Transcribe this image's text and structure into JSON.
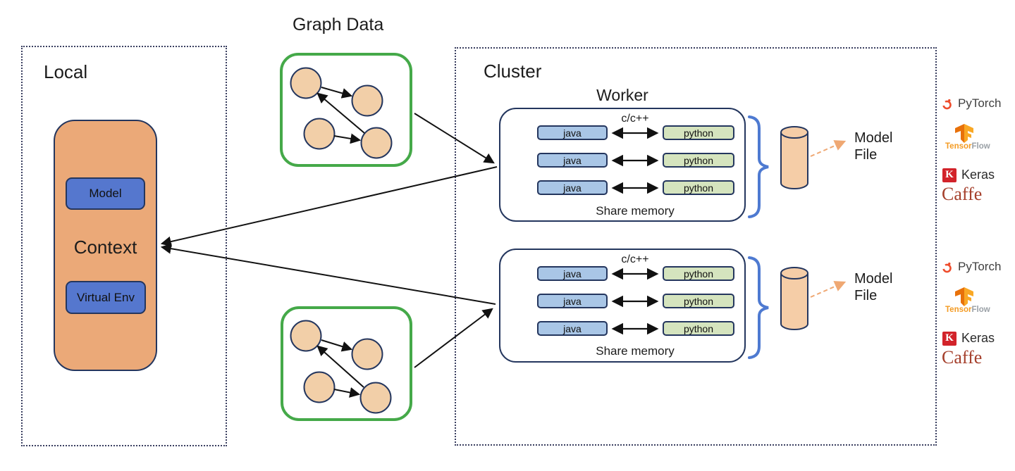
{
  "diagram": {
    "graph_data_title": "Graph Data",
    "local": {
      "label": "Local",
      "context_label": "Context",
      "model_label": "Model",
      "virtual_env_label": "Virtual Env"
    },
    "cluster": {
      "label": "Cluster",
      "worker_title": "Worker",
      "workers": [
        {
          "bridge_label": "c/c++",
          "rows": [
            {
              "left": "java",
              "right": "python"
            },
            {
              "left": "java",
              "right": "python"
            },
            {
              "left": "java",
              "right": "python"
            }
          ],
          "share_label": "Share memory",
          "model_file": {
            "line1": "Model",
            "line2": "File"
          }
        },
        {
          "bridge_label": "c/c++",
          "rows": [
            {
              "left": "java",
              "right": "python"
            },
            {
              "left": "java",
              "right": "python"
            },
            {
              "left": "java",
              "right": "python"
            }
          ],
          "share_label": "Share memory",
          "model_file": {
            "line1": "Model",
            "line2": "File"
          }
        }
      ]
    },
    "frameworks": {
      "groups": [
        {
          "pytorch": "PyTorch",
          "tensor": "Tensor",
          "flow": "Flow",
          "keras_letter": "K",
          "keras": "Keras",
          "caffe": "Caffe"
        },
        {
          "pytorch": "PyTorch",
          "tensor": "Tensor",
          "flow": "Flow",
          "keras_letter": "K",
          "keras": "Keras",
          "caffe": "Caffe"
        }
      ]
    },
    "colors": {
      "context_fill": "#EBA978",
      "blue_box_fill": "#5577CE",
      "java_fill": "#A9C6E6",
      "python_fill": "#D5E4BE",
      "graph_node_fill": "#F2CFA8",
      "green_border": "#45A949",
      "navy_border": "#24365E",
      "brace_blue": "#4E7AD1",
      "cylinder_fill": "#F5CDA7",
      "dashed_arrow_orange": "#EFA873",
      "pytorch_red": "#EE4C2C",
      "tensorflow_orange": "#F49B23",
      "keras_red": "#D2232A",
      "caffe_red": "#A5402C"
    }
  }
}
